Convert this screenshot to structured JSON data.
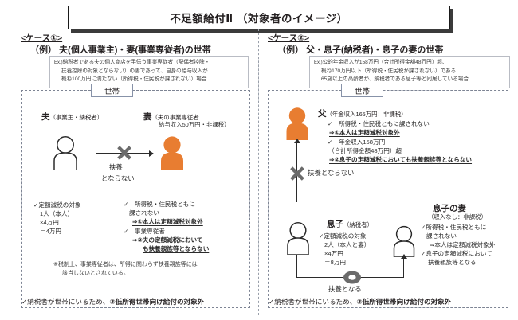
{
  "title": "不足額給付Ⅱ （対象者のイメージ）",
  "divider_icon": "vertical-dashed-divider",
  "case1": {
    "tag": "<ケース①>",
    "example": "（例） 夫(個人事業主)・妻(事業専従者)の世帯",
    "ex_box": {
      "lead": "Ex.)",
      "lines": [
        "納税者である夫の個人商店を手伝う事業専従者（配偶者控除・",
        "扶養控除の対象とならない）の妻であって、自身の給与収入が",
        "概ね100万円に満たない（所得税・住民税が課されない）場合"
      ]
    },
    "household_label": "世帯",
    "husband": {
      "icon": "person-outline-icon",
      "name": "夫",
      "sub": "（事業主・納税者）",
      "bullets": [
        "✓定額減税の対象",
        "1人（本人）",
        "×4万円",
        "＝4万円"
      ]
    },
    "wife": {
      "icon": "person-filled-icon",
      "name": "妻",
      "sub_lines": [
        "（夫の事業専従者",
        "給与収入50万円・非課税）"
      ],
      "bullets": [
        "✓　所得税・住民税ともに",
        "課されない",
        "⇒①本人は定額減税対象外",
        "✓　事業専従者",
        "⇒②夫の定額減税において",
        "も扶養親族等とならない"
      ],
      "highlight_1": "⇒①本人は定額減税対象外",
      "highlight_2a": "⇒②夫の定額減税において",
      "highlight_2b": "も扶養親族等とならない"
    },
    "relation": {
      "icon": "x-cross-icon",
      "label_line1": "扶養",
      "label_line2": "とならない",
      "arrow_icon": "right-arrow-icon"
    },
    "note": [
      "※税制上、事業専従者は、所得に関わらず扶養親族等には",
      "該当しないとされている。"
    ],
    "conclusion": {
      "prefix": "✓納税者が世帯にいるため、",
      "highlight": "③低所得世帯向け給付の対象外"
    }
  },
  "case2": {
    "tag": "<ケース②>",
    "example": "（例） 父・息子(納税者)・息子の妻の世帯",
    "ex_box": {
      "lead": "Ex.)",
      "lines": [
        "公的年金収入が158万円（合計所得金額48万円）超、",
        "概ね170万円以下（所得税・住民税が課されない）である",
        "65歳以上の高齢者が、納税者である息子等と同居している場合"
      ]
    },
    "household_label": "世帯",
    "father": {
      "icon": "person-filled-icon",
      "name": "父",
      "sub": "（年金収入165万円：非課税）",
      "bullets": [
        "✓　所得税・住民税ともに課されない",
        "⇒①本人は定額減税対象外",
        "✓　年金収入158万円",
        "（合計所得金額48万円）超",
        "⇒②息子の定額減税においても扶養親族等とならない"
      ],
      "highlight_1": "⇒①本人は定額減税対象外",
      "highlight_2": "⇒②息子の定額減税においても扶養親族等とならない"
    },
    "son": {
      "icon": "person-outline-icon",
      "name": "息子",
      "sub": "（納税者）",
      "bullets": [
        "✓定額減税の対象",
        "2人（本人と妻）",
        "×4万円",
        "＝8万円"
      ]
    },
    "son_wife": {
      "icon": "person-outline-icon",
      "name": "息子の妻",
      "sub": "（収入なし：非課税）",
      "bullets": [
        "✓所得税・住民税ともに",
        "課されない",
        "⇒本人は定額減税対象外",
        "✓息子の定額減税において",
        "扶養親族等となる"
      ]
    },
    "relation_father": {
      "icon": "x-cross-icon",
      "label": "扶養とならない",
      "arrow_icon": "up-arrow-icon"
    },
    "relation_wife": {
      "icon": "o-circle-icon",
      "label": "扶養となる",
      "arrow_icon": "up-arrow-icon"
    },
    "conclusion": {
      "prefix": "✓納税者が世帯にいるため、",
      "highlight": "③低所得世帯向け給付の対象外"
    }
  },
  "colors": {
    "orange": "#E87D31",
    "outline": "#2b2b2b",
    "dashed_border": "#7d8494",
    "label_border": "#8792a8",
    "gray_mark": "#6b6b6b"
  }
}
